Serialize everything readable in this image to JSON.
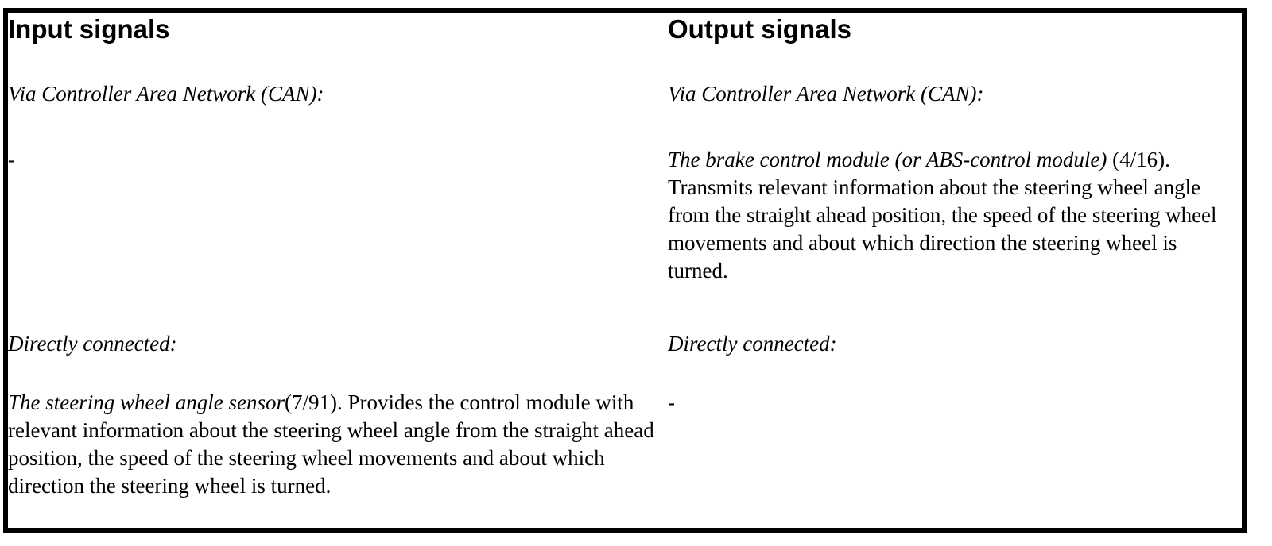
{
  "colors": {
    "text": "#000000",
    "border": "#000000",
    "background": "#ffffff"
  },
  "input_column": {
    "header": "Input signals",
    "can_label": "Via Controller Area Network (CAN):",
    "can_value": "-",
    "direct_label": "Directly connected:",
    "direct_item": {
      "lead": "The steering wheel angle sensor",
      "rest": "(7/91). Provides the control module with relevant information about the steering wheel angle from the straight ahead position, the speed of the steering wheel movements and about which direction the steering wheel is turned."
    }
  },
  "output_column": {
    "header": "Output signals",
    "can_label": "Via Controller Area Network (CAN):",
    "can_item": {
      "lead": "The brake control module (or ABS-control module)",
      "rest": " (4/16). Transmits relevant information about the steering wheel angle from the straight ahead position, the speed of the steering wheel movements and about which direction the steering wheel is turned."
    },
    "direct_label": "Directly connected:",
    "direct_value": "-"
  }
}
